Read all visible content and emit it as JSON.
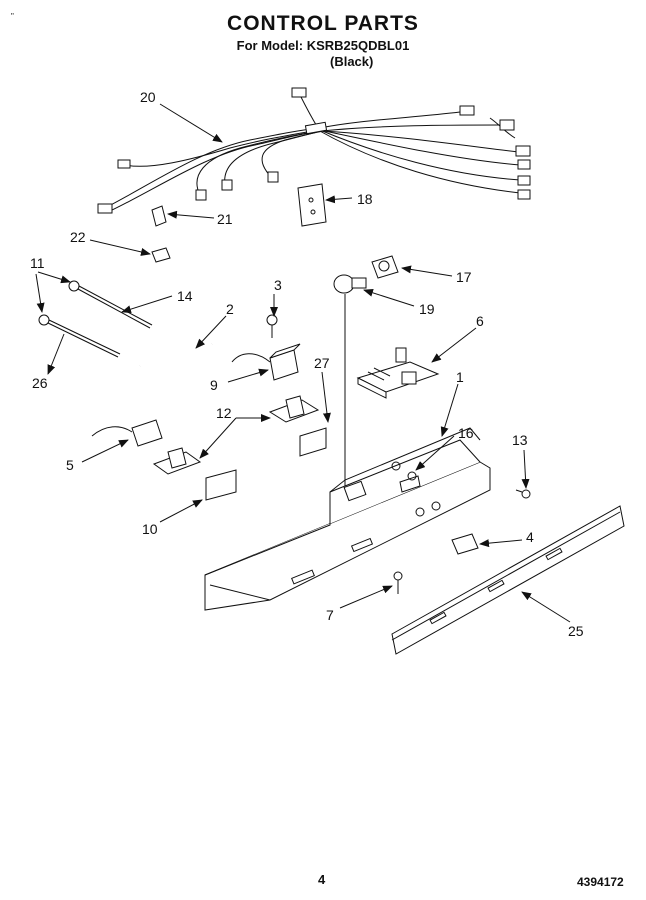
{
  "header": {
    "title": "CONTROL PARTS",
    "model_line": "For Model: KSRB25QDBL01",
    "color_line": "(Black)",
    "corner_mark": "\""
  },
  "callouts": [
    {
      "id": "c20",
      "label": "20"
    },
    {
      "id": "c18",
      "label": "18"
    },
    {
      "id": "c21",
      "label": "21"
    },
    {
      "id": "c22",
      "label": "22"
    },
    {
      "id": "c11",
      "label": "11"
    },
    {
      "id": "c14",
      "label": "14"
    },
    {
      "id": "c3",
      "label": "3"
    },
    {
      "id": "c17",
      "label": "17"
    },
    {
      "id": "c2",
      "label": "2"
    },
    {
      "id": "c19",
      "label": "19"
    },
    {
      "id": "c6",
      "label": "6"
    },
    {
      "id": "c26",
      "label": "26"
    },
    {
      "id": "c9",
      "label": "9"
    },
    {
      "id": "c27",
      "label": "27"
    },
    {
      "id": "c1",
      "label": "1"
    },
    {
      "id": "c12",
      "label": "12"
    },
    {
      "id": "c16",
      "label": "16"
    },
    {
      "id": "c13",
      "label": "13"
    },
    {
      "id": "c5",
      "label": "5"
    },
    {
      "id": "c10",
      "label": "10"
    },
    {
      "id": "c4",
      "label": "4"
    },
    {
      "id": "c7",
      "label": "7"
    },
    {
      "id": "c25",
      "label": "25"
    }
  ],
  "footer": {
    "page_number": "4",
    "document_number": "4394172"
  }
}
